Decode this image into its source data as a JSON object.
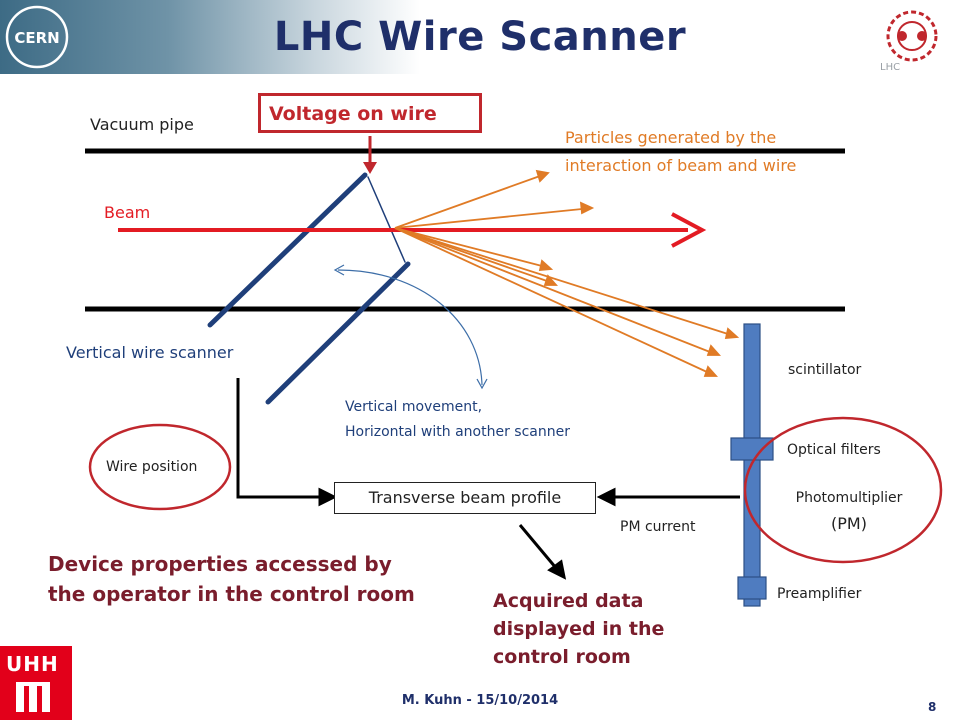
{
  "slide": {
    "title": "LHC Wire Scanner",
    "cern_logo_text": "CERN",
    "lhc_logo_text": "LHC",
    "uhh_logo_text": "UHH"
  },
  "labels": {
    "voltage_on_wire": "Voltage on wire",
    "vacuum_pipe": "Vacuum pipe",
    "particles_line1": "Particles generated by the",
    "particles_line2": "interaction of beam and wire",
    "beam": "Beam",
    "vertical_wire_scanner": "Vertical wire scanner",
    "scintillator": "scintillator",
    "vertical_movement_line1": "Vertical movement,",
    "vertical_movement_line2": "Horizontal with another scanner",
    "optical_filters": "Optical filters",
    "wire_position": "Wire position",
    "transverse_beam_profile": "Transverse beam  profile",
    "photomultiplier_line1": "Photomultiplier",
    "photomultiplier_line2": "(PM)",
    "pm_current": "PM current",
    "device_props_line1": "Device properties accessed by",
    "device_props_line2": "the operator in the control room",
    "acquired_line1": "Acquired data",
    "acquired_line2": "displayed in the",
    "acquired_line3": "control room",
    "preamplifier": "Preamplifier"
  },
  "footer": {
    "author_date": "M. Kuhn - 15/10/2014",
    "page_number": "8"
  },
  "colors": {
    "title": "#1f2f6a",
    "beam": "#e31b23",
    "particles": "#e07b26",
    "wire_frame": "#1f3f7a",
    "highlight_ellipse": "#c0272d",
    "detector": "#4f7cc0"
  }
}
